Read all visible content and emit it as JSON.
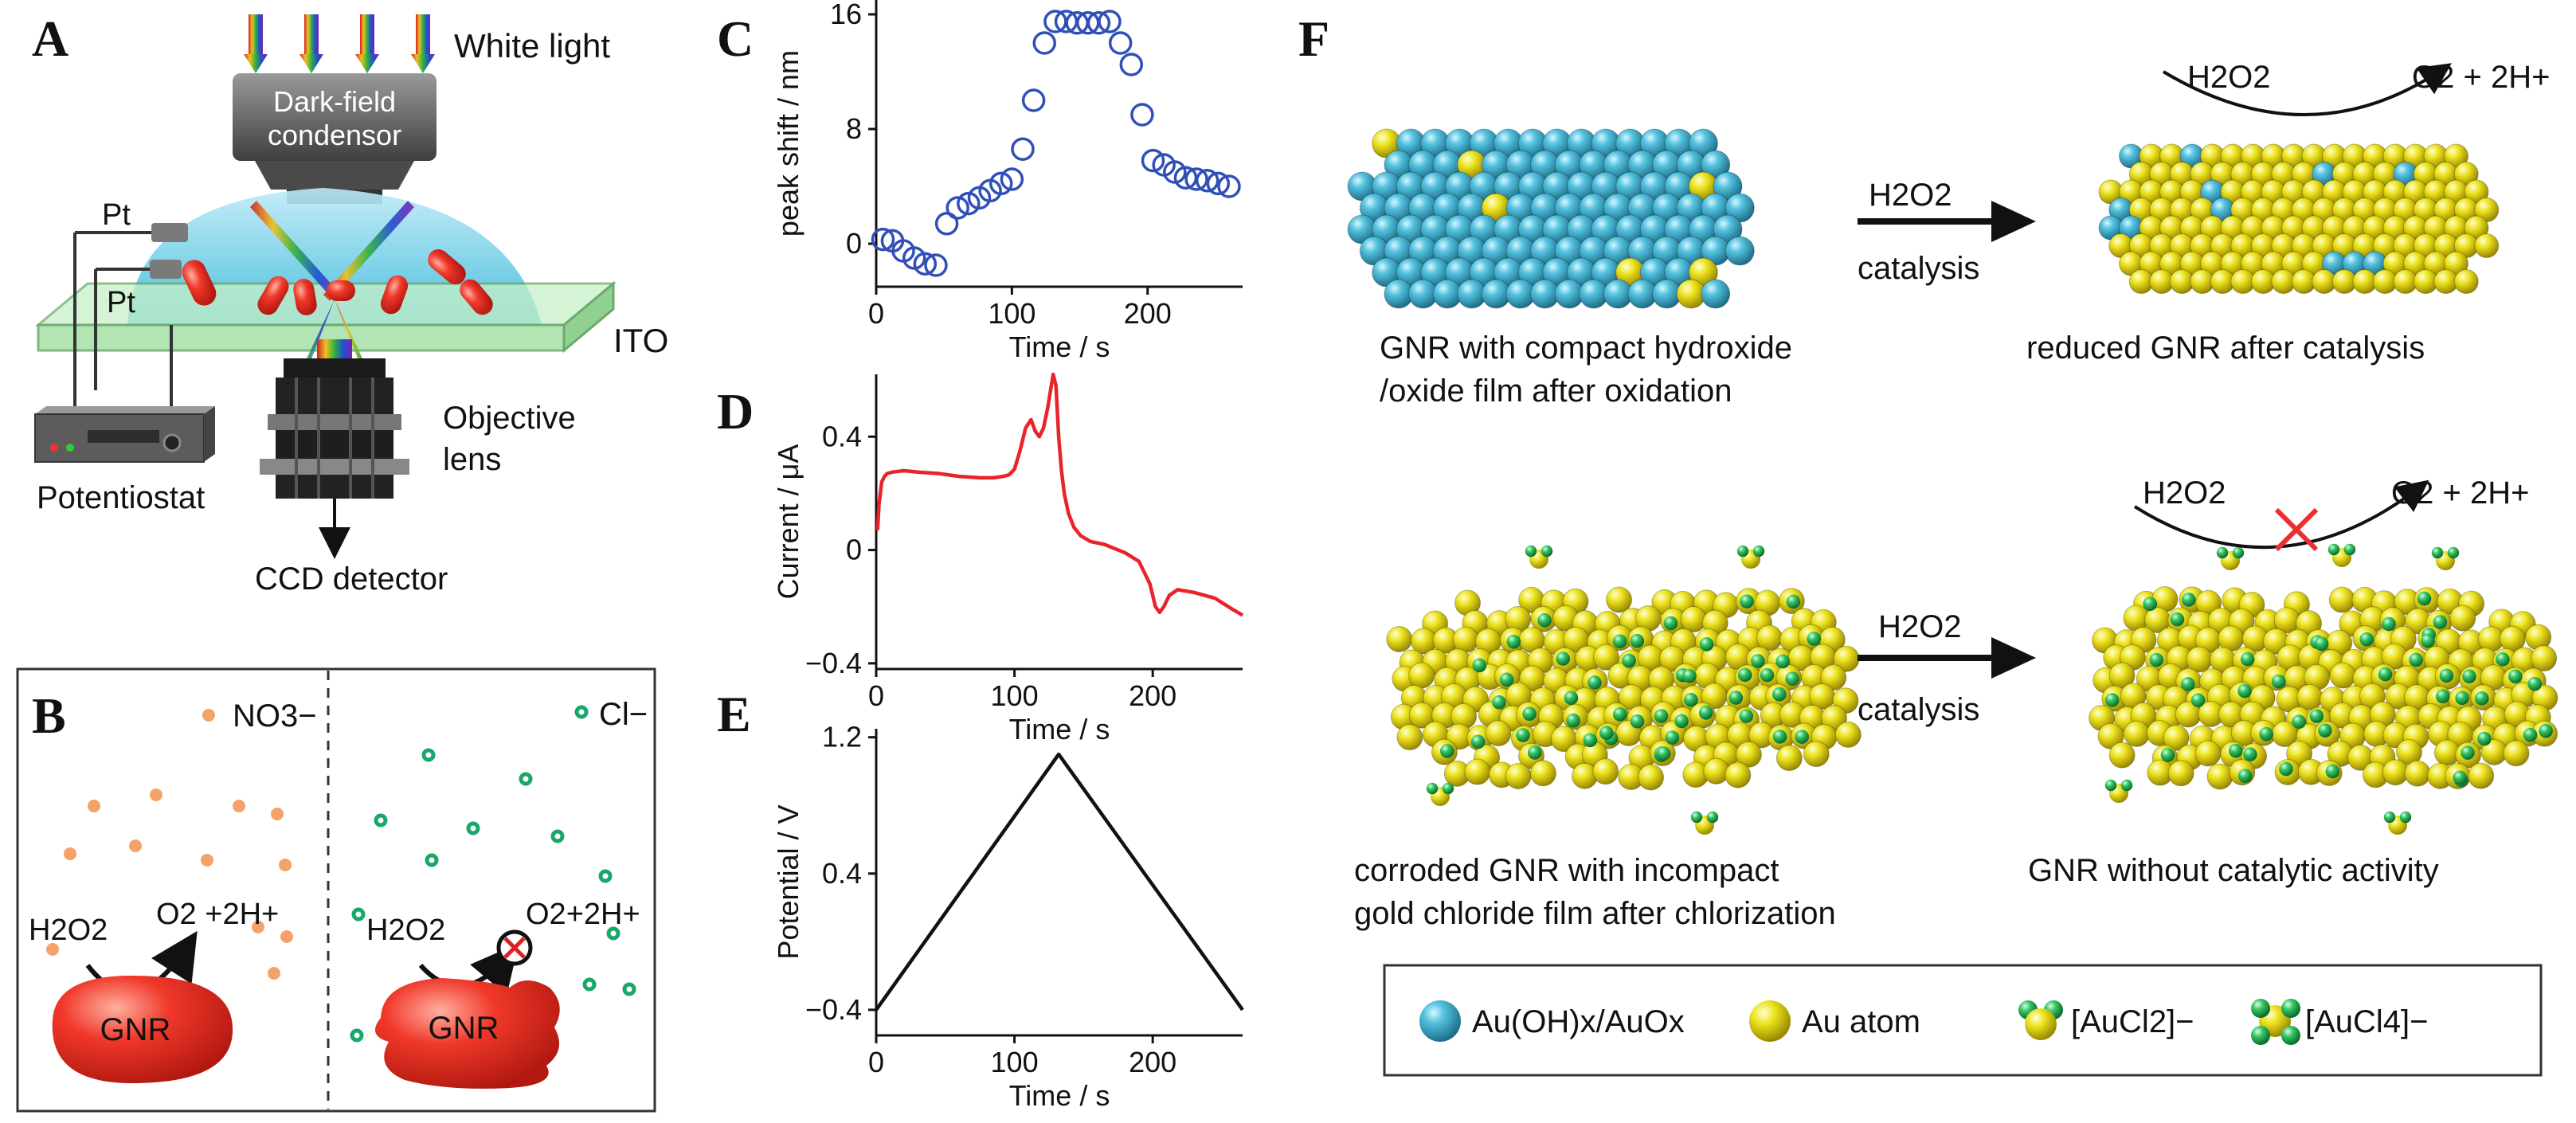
{
  "panels": {
    "A": {
      "label": "A",
      "white_light": "White light",
      "condenser_line1": "Dark-field",
      "condenser_line2": "condensor",
      "pt_top": "Pt",
      "pt_bottom": "Pt",
      "ito": "ITO",
      "objective_line1": "Objective",
      "objective_line2": "lens",
      "potentiostat": "Potentiostat",
      "ccd": "CCD detector"
    },
    "B": {
      "label": "B",
      "left": {
        "ion": "NO3−",
        "h2o2": "H2O2",
        "product": "O2 +2H+",
        "particle": "GNR"
      },
      "right": {
        "ion": "Cl−",
        "h2o2": "H2O2",
        "product": "O2+2H+",
        "particle": "GNR"
      }
    },
    "C": {
      "label": "C"
    },
    "D": {
      "label": "D"
    },
    "E": {
      "label": "E"
    },
    "F": {
      "label": "F",
      "row1": {
        "reagent": "H2O2",
        "condition": "catalysis",
        "cycle_reactant": "H2O2",
        "cycle_product": "O2 + 2H+",
        "caption_left_line1": "GNR with compact hydroxide",
        "caption_left_line2": "/oxide film after oxidation",
        "caption_right": "reduced GNR after catalysis"
      },
      "row2": {
        "reagent": "H2O2",
        "condition": "catalysis",
        "cycle_reactant": "H2O2",
        "cycle_product": "O2 + 2H+",
        "caption_left_line1": "corroded GNR with incompact",
        "caption_left_line2": "gold chloride film after chlorization",
        "caption_right": "GNR without catalytic activity"
      },
      "legend": [
        "Au(OH)x/AuOx",
        "Au atom",
        "[AuCl2]−",
        "[AuCl4]−"
      ]
    }
  },
  "colors": {
    "red_particle": "#f0382a",
    "no3_dot": "#f5a26a",
    "cl_dot": "#1aa86a",
    "teal_atom": "#3aaecc",
    "gold_atom": "#e8d81c",
    "green_atom": "#2fbf5a",
    "current_line": "#e8242a",
    "scatter_marker": "#3050b8"
  },
  "chart_data": [
    {
      "panel": "C",
      "type": "scatter",
      "xlabel": "Time / s",
      "ylabel": "peak shift / nm",
      "xlim": [
        0,
        270
      ],
      "ylim": [
        -3,
        17
      ],
      "xticks": [
        0,
        100,
        200
      ],
      "yticks": [
        0,
        8,
        16
      ],
      "marker": "open-circle",
      "x": [
        5,
        12,
        20,
        28,
        36,
        44,
        52,
        60,
        68,
        76,
        84,
        92,
        100,
        108,
        116,
        124,
        132,
        140,
        148,
        156,
        164,
        172,
        180,
        188,
        196,
        204,
        212,
        220,
        228,
        236,
        244,
        252,
        260
      ],
      "y": [
        0.3,
        0.2,
        -0.5,
        -1,
        -1.4,
        -1.5,
        1.4,
        2.5,
        2.8,
        3.2,
        3.7,
        4.2,
        4.5,
        6.6,
        10,
        14,
        15.5,
        15.5,
        15.4,
        15.4,
        15.4,
        15.5,
        14,
        12.5,
        9,
        5.8,
        5.5,
        5,
        4.6,
        4.5,
        4.4,
        4.2,
        4
      ],
      "grid": false
    },
    {
      "panel": "D",
      "type": "line",
      "xlabel": "Time / s",
      "ylabel": "Current / μA",
      "xlim": [
        0,
        265
      ],
      "ylim": [
        -0.42,
        0.62
      ],
      "xticks": [
        0,
        100,
        200
      ],
      "yticks": [
        -0.4,
        0,
        0.4
      ],
      "ytick_labels": [
        "−0.4",
        "0",
        "0.4"
      ],
      "x": [
        1,
        2,
        4,
        6,
        8,
        12,
        20,
        30,
        45,
        60,
        75,
        85,
        92,
        96,
        100,
        104,
        108,
        112,
        115,
        118,
        121,
        124,
        126,
        128,
        130,
        132,
        134,
        136,
        139,
        143,
        148,
        155,
        165,
        180,
        190,
        198,
        202,
        205,
        208,
        212,
        218,
        230,
        245,
        258,
        265
      ],
      "y": [
        0.07,
        0.16,
        0.24,
        0.26,
        0.27,
        0.275,
        0.28,
        0.275,
        0.27,
        0.26,
        0.255,
        0.255,
        0.26,
        0.265,
        0.285,
        0.35,
        0.43,
        0.46,
        0.42,
        0.4,
        0.43,
        0.5,
        0.56,
        0.62,
        0.58,
        0.4,
        0.28,
        0.2,
        0.13,
        0.08,
        0.05,
        0.03,
        0.02,
        -0.01,
        -0.04,
        -0.12,
        -0.2,
        -0.22,
        -0.2,
        -0.16,
        -0.14,
        -0.15,
        -0.17,
        -0.21,
        -0.23
      ],
      "grid": false
    },
    {
      "panel": "E",
      "type": "line",
      "xlabel": "Time / s",
      "ylabel": "Potential / V",
      "xlim": [
        0,
        265
      ],
      "ylim": [
        -0.55,
        1.25
      ],
      "xticks": [
        0,
        100,
        200
      ],
      "yticks": [
        -0.4,
        0.4,
        1.2
      ],
      "ytick_labels": [
        "−0.4",
        "0.4",
        "1.2"
      ],
      "x": [
        0,
        132,
        265
      ],
      "y": [
        -0.4,
        1.1,
        -0.4
      ],
      "grid": false
    }
  ]
}
